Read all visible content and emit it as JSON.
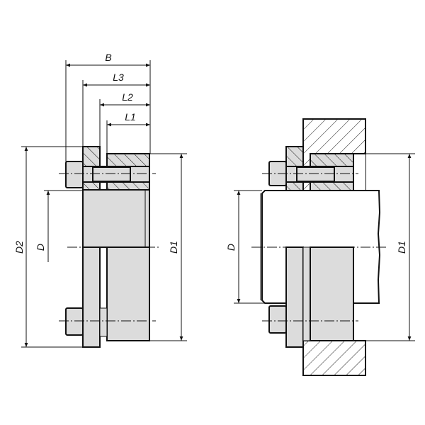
{
  "left_view": {
    "labels": {
      "B": "B",
      "L3": "L3",
      "L2": "L2",
      "L1": "L1",
      "D2": "D2",
      "D": "D",
      "D1": "D1"
    }
  },
  "right_view": {
    "labels": {
      "D": "D",
      "D1": "D1"
    }
  },
  "colors": {
    "part_fill": "#dcdcdc",
    "line": "#111111"
  }
}
